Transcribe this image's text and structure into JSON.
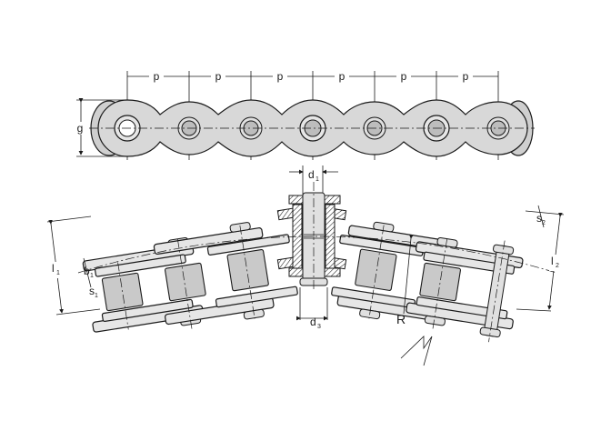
{
  "labels": {
    "pitch": "p",
    "plate_height": "g",
    "pin_diameter": "d",
    "pin_diameter_sub": "1",
    "bushing_diameter": "d",
    "bushing_diameter_sub": "3",
    "inner_width": "b",
    "inner_width_sub": "1",
    "plate_thickness_inner": "s",
    "plate_thickness_inner_sub": "1",
    "plate_thickness_outer": "s",
    "plate_thickness_outer_sub": "2",
    "length_left": "l",
    "length_left_sub": "1",
    "length_right": "l",
    "length_right_sub": "2",
    "radius": "R"
  },
  "pitch_count": 6
}
